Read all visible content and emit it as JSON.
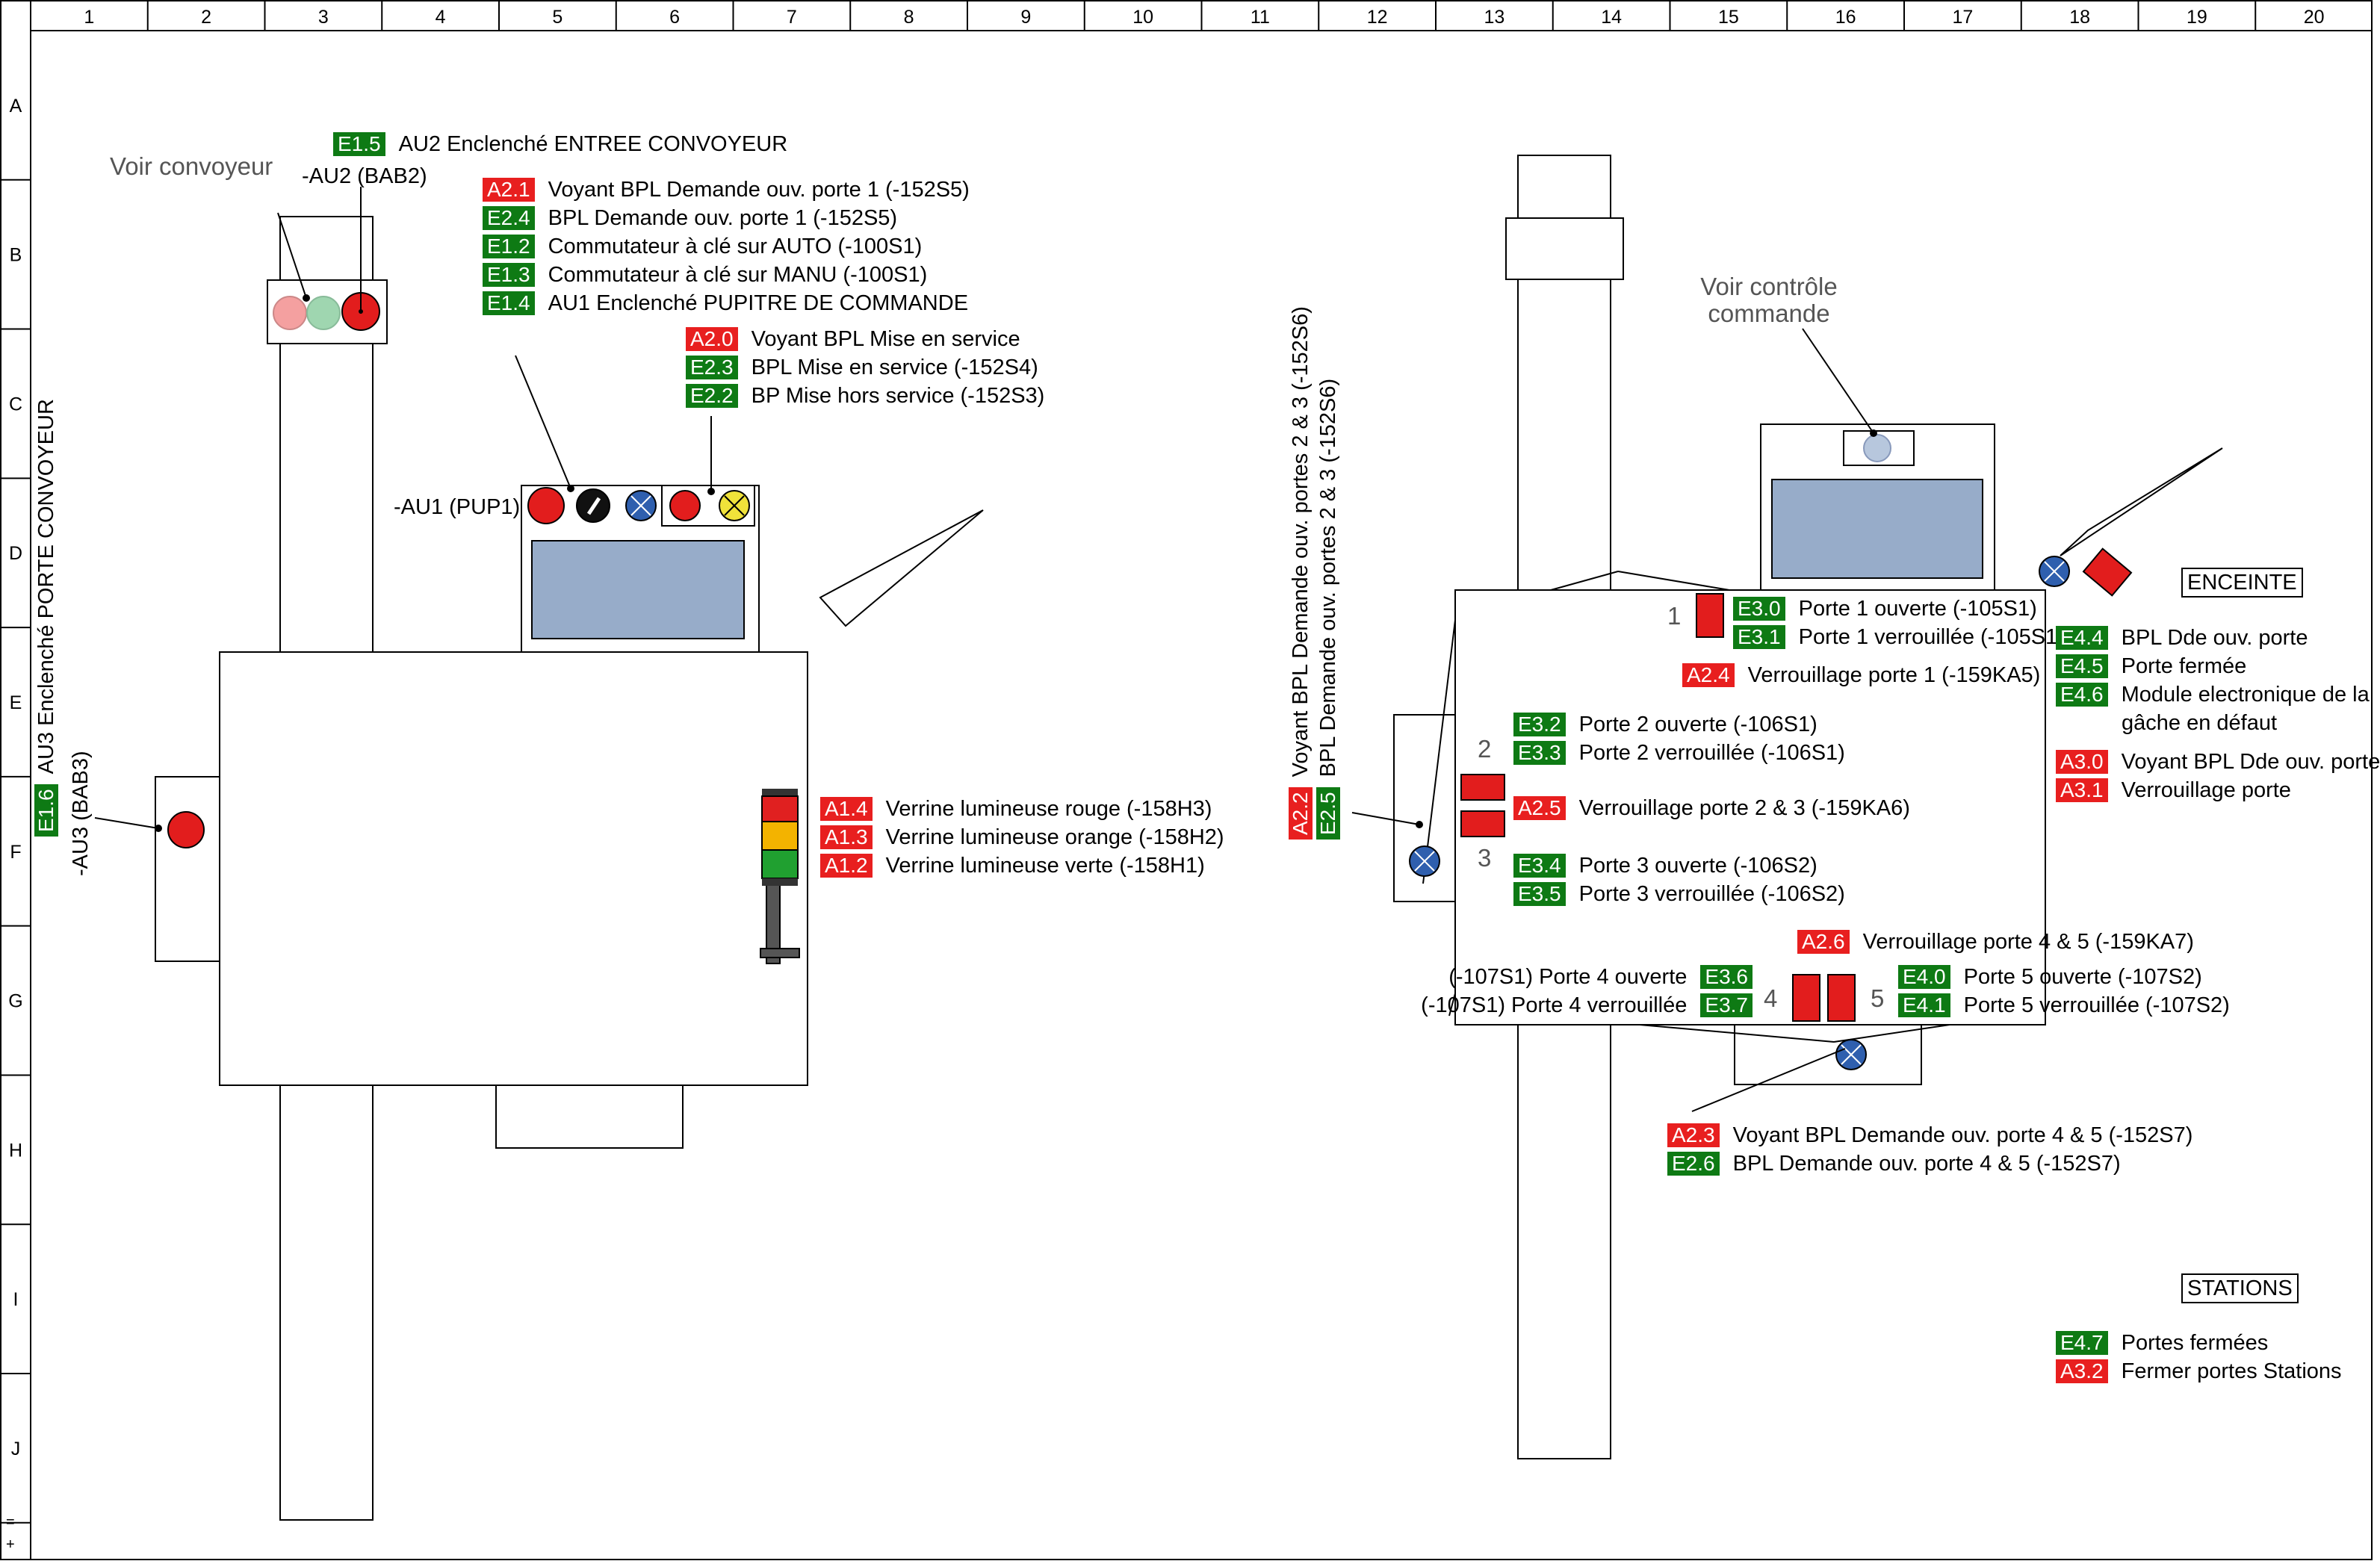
{
  "grid": {
    "columns": [
      "1",
      "2",
      "3",
      "4",
      "5",
      "6",
      "7",
      "8",
      "9",
      "10",
      "11",
      "12",
      "13",
      "14",
      "15",
      "16",
      "17",
      "18",
      "19",
      "20"
    ],
    "rows": [
      "A",
      "B",
      "C",
      "D",
      "E",
      "F",
      "G",
      "H",
      "I",
      "J"
    ],
    "footer_marks": [
      "=",
      "+"
    ]
  },
  "colors": {
    "red_tag": "#e81f1f",
    "green_tag": "#0e7a14",
    "screen": "#97acc9"
  },
  "labels": {
    "voir_convoyeur": "Voir convoyeur",
    "au2": "-AU2 (BAB2)",
    "au1": "-AU1 (PUP1)",
    "au3": "-AU3 (BAB3)",
    "voir_controle_l1": "Voir contrôle",
    "voir_controle_l2": "commande",
    "enceinte": "ENCEINTE",
    "stations": "STATIONS",
    "porte_n1": "1",
    "porte_n2": "2",
    "porte_n3": "3",
    "porte_n4": "4",
    "porte_n5": "5"
  },
  "left": {
    "e15": {
      "tag": "E1.5",
      "text": "AU2 Enclenché ENTREE CONVOYEUR"
    },
    "pupitre": [
      {
        "tag": "A2.1",
        "color": "red",
        "text": "Voyant BPL Demande ouv. porte 1 (-152S5)"
      },
      {
        "tag": "E2.4",
        "color": "green",
        "text": "BPL Demande ouv. porte 1 (-152S5)"
      },
      {
        "tag": "E1.2",
        "color": "green",
        "text": "Commutateur à clé sur AUTO (-100S1)"
      },
      {
        "tag": "E1.3",
        "color": "green",
        "text": "Commutateur à clé sur MANU (-100S1)"
      },
      {
        "tag": "E1.4",
        "color": "green",
        "text": "AU1 Enclenché PUPITRE DE COMMANDE"
      }
    ],
    "service": [
      {
        "tag": "A2.0",
        "color": "red",
        "text": "Voyant BPL Mise en service"
      },
      {
        "tag": "E2.3",
        "color": "green",
        "text": "BPL Mise en service (-152S4)"
      },
      {
        "tag": "E2.2",
        "color": "green",
        "text": "BP Mise hors service (-152S3)"
      }
    ],
    "verrines": [
      {
        "tag": "A1.4",
        "color": "red",
        "text": "Verrine lumineuse rouge (-158H3)"
      },
      {
        "tag": "A1.3",
        "color": "red",
        "text": "Verrine lumineuse orange (-158H2)"
      },
      {
        "tag": "A1.2",
        "color": "red",
        "text": "Verrine lumineuse verte (-158H1)"
      }
    ],
    "e16": {
      "tag": "E1.6",
      "text": "AU3 Enclenché PORTE CONVOYEUR"
    }
  },
  "right": {
    "vertical": [
      {
        "tag": "A2.2",
        "color": "red",
        "text": "Voyant BPL Demande ouv. portes 2 & 3 (-152S6)"
      },
      {
        "tag": "E2.5",
        "color": "green",
        "text": "BPL Demande ouv. portes 2 & 3 (-152S6)"
      }
    ],
    "porte1": [
      {
        "tag": "E3.0",
        "color": "green",
        "text": "Porte 1 ouverte (-105S1)"
      },
      {
        "tag": "E3.1",
        "color": "green",
        "text": "Porte 1 verrouillée (-105S1)"
      }
    ],
    "a24": {
      "tag": "A2.4",
      "color": "red",
      "text": "Verrouillage porte 1 (-159KA5)"
    },
    "porte2": [
      {
        "tag": "E3.2",
        "color": "green",
        "text": "Porte 2 ouverte (-106S1)"
      },
      {
        "tag": "E3.3",
        "color": "green",
        "text": "Porte 2 verrouillée (-106S1)"
      }
    ],
    "a25": {
      "tag": "A2.5",
      "color": "red",
      "text": "Verrouillage porte 2 & 3 (-159KA6)"
    },
    "porte3": [
      {
        "tag": "E3.4",
        "color": "green",
        "text": "Porte 3 ouverte (-106S2)"
      },
      {
        "tag": "E3.5",
        "color": "green",
        "text": "Porte 3 verrouillée (-106S2)"
      }
    ],
    "a26": {
      "tag": "A2.6",
      "color": "red",
      "text": "Verrouillage porte 4 & 5 (-159KA7)"
    },
    "porte4": [
      {
        "tag": "E3.6",
        "color": "green",
        "text": "(-107S1) Porte 4 ouverte"
      },
      {
        "tag": "E3.7",
        "color": "green",
        "text": "(-107S1) Porte 4 verrouillée"
      }
    ],
    "porte5": [
      {
        "tag": "E4.0",
        "color": "green",
        "text": "Porte 5 ouverte (-107S2)"
      },
      {
        "tag": "E4.1",
        "color": "green",
        "text": "Porte 5 verrouillée (-107S2)"
      }
    ],
    "bpl45": [
      {
        "tag": "A2.3",
        "color": "red",
        "text": "Voyant BPL Demande ouv. porte 4 & 5 (-152S7)"
      },
      {
        "tag": "E2.6",
        "color": "green",
        "text": "BPL Demande ouv. porte 4 & 5 (-152S7)"
      }
    ],
    "enceinte_items": [
      {
        "tag": "E4.4",
        "color": "green",
        "text": "BPL Dde ouv. porte"
      },
      {
        "tag": "E4.5",
        "color": "green",
        "text": "Porte fermée"
      },
      {
        "tag": "E4.6",
        "color": "green",
        "text": "Module electronique de la"
      }
    ],
    "enceinte_cont": "gâche en défaut",
    "enceinte_a": [
      {
        "tag": "A3.0",
        "color": "red",
        "text": "Voyant BPL Dde ouv. porte"
      },
      {
        "tag": "A3.1",
        "color": "red",
        "text": "Verrouillage porte"
      }
    ],
    "stations_items": [
      {
        "tag": "E4.7",
        "color": "green",
        "text": "Portes fermées"
      },
      {
        "tag": "A3.2",
        "color": "red",
        "text": "Fermer portes Stations"
      }
    ]
  }
}
